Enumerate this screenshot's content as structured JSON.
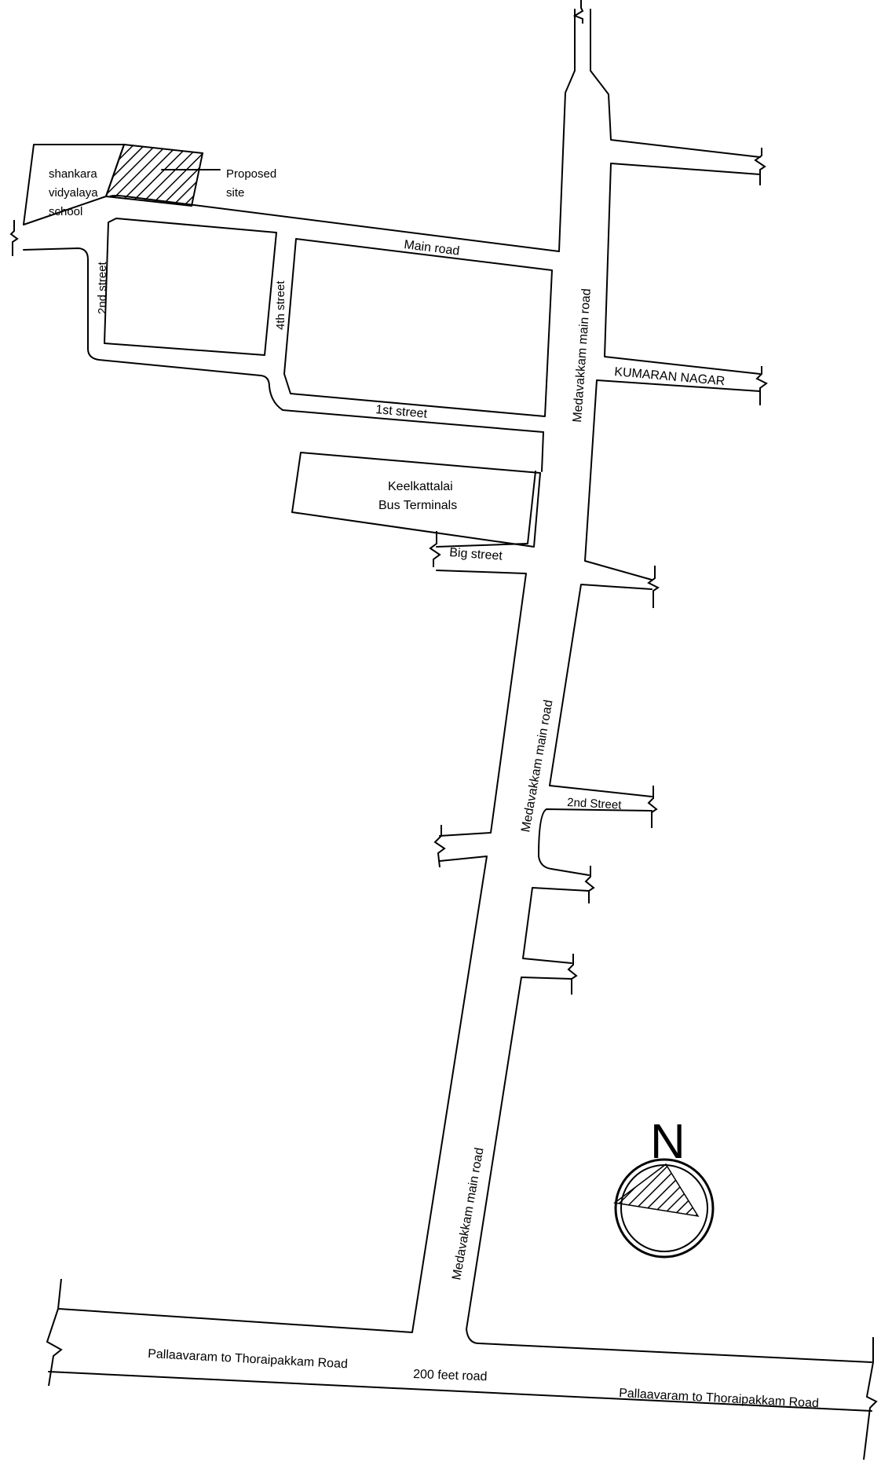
{
  "map": {
    "school_label": [
      "shankara",
      "vidyalaya",
      "school"
    ],
    "proposed_site_label": [
      "Proposed",
      "site"
    ],
    "main_road_label": "Main road",
    "second_street_label": "2nd street",
    "fourth_street_label": "4th street",
    "first_street_label": "1st street",
    "bus_terminal_label": [
      "Keelkattalai",
      "Bus Terminals"
    ],
    "big_street_label": "Big street",
    "kumaran_nagar_label": "KUMARAN NAGAR",
    "medavakkam_label": "Medavakkam main road",
    "second_street_east_label": "2nd Street",
    "pallavaram_label": "Pallaavaram to Thoraipakkam Road",
    "feet_road_label": "200 feet road",
    "north_label": "N"
  }
}
